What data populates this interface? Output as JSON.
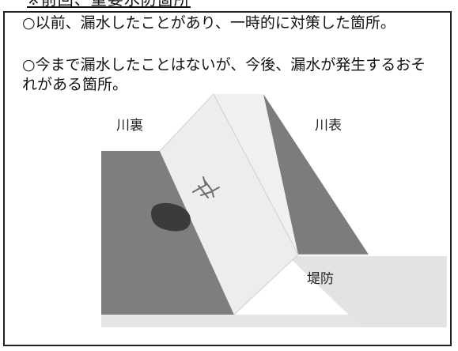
{
  "top_heading": "※前回、重要水防箇所",
  "bullets": [
    "○以前、漏水したことがあり、一時的に対策した箇所。",
    "○今まで漏水したことはないが、今後、漏水が発生するおそれがある箇所。"
  ],
  "diagram": {
    "labels": {
      "inner_side": "川裏",
      "outer_side": "川表",
      "embankment": "堤防"
    }
  }
}
